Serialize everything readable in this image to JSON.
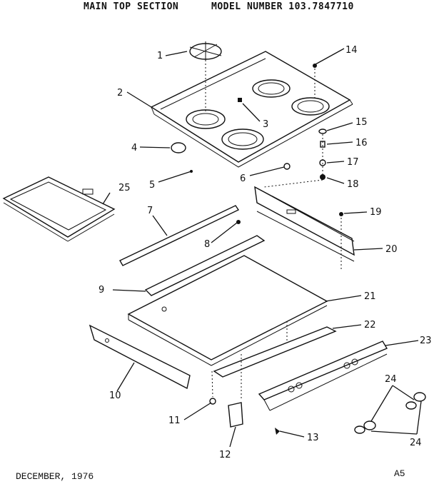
{
  "header": {
    "title": "MAIN TOP SECTION",
    "model": "MODEL NUMBER 103.7847710"
  },
  "footer": {
    "date": "DECEMBER, 1976",
    "page_id": "A5"
  },
  "callouts": {
    "c1": "1",
    "c2": "2",
    "c3": "3",
    "c4": "4",
    "c5": "5",
    "c6": "6",
    "c7": "7",
    "c8": "8",
    "c9": "9",
    "c10": "10",
    "c11": "11",
    "c12": "12",
    "c13": "13",
    "c14": "14",
    "c15": "15",
    "c16": "16",
    "c17": "17",
    "c18": "18",
    "c19": "19",
    "c20": "20",
    "c21": "21",
    "c22": "22",
    "c23": "23",
    "c24a": "24",
    "c24b": "24",
    "c25": "25"
  }
}
